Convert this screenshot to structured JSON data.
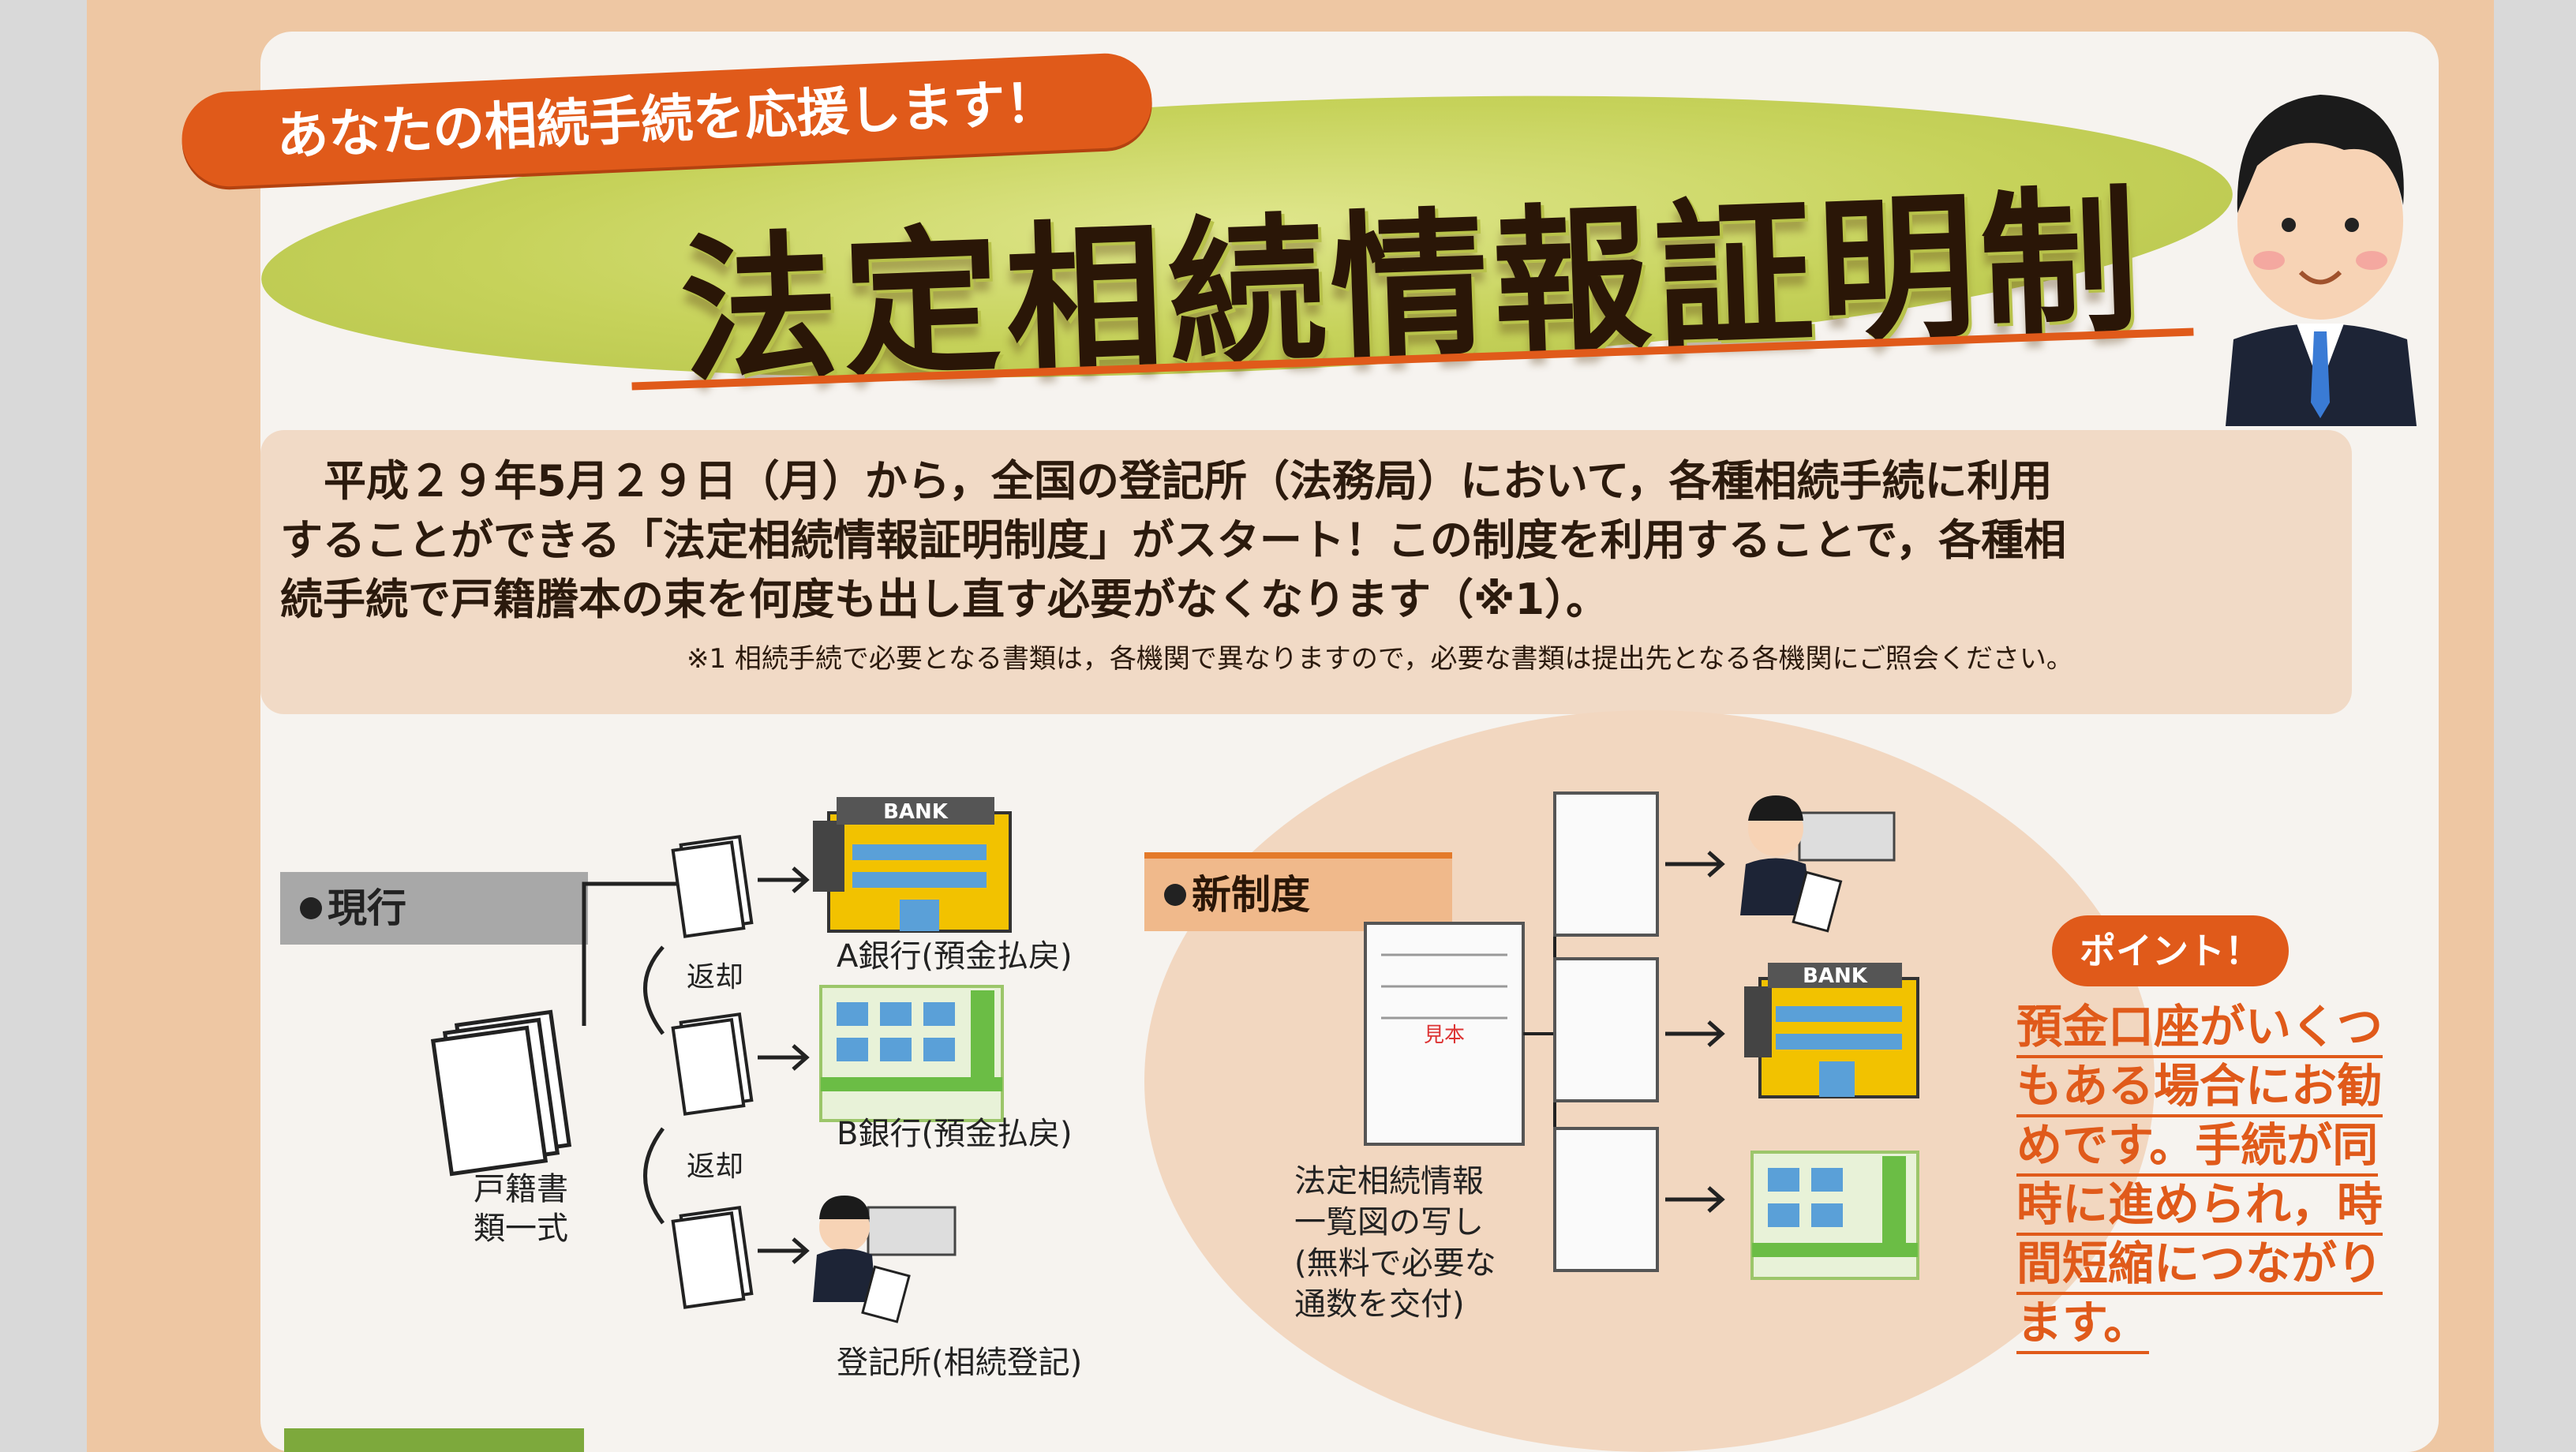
{
  "header": {
    "banner": "あなたの相続手続を応援します！",
    "title": "法定相続情報証明制度"
  },
  "intro": {
    "line1": "平成２９年5月２９日（月）から，全国の登記所（法務局）において，各種相続手続に利用",
    "line2": "することができる「法定相続情報証明制度」がスタート！この制度を利用することで，各種相",
    "line3": "続手続で戸籍謄本の束を何度も出し直す必要がなくなります（※1）。",
    "note": "※1 相続手続で必要となる書類は，各機関で異なりますので，必要な書類は提出先となる各機関にご照会ください。"
  },
  "current": {
    "tab_label": "現行",
    "documents_label_1": "戸籍書",
    "documents_label_2": "類一式",
    "return_label_1": "返却",
    "return_label_2": "返却",
    "bank_a": "A銀行(預金払戻)",
    "bank_b": "B銀行(預金払戻)",
    "registry": "登記所(相続登記)"
  },
  "new_system": {
    "tab_label": "新制度",
    "caption_1": "法定相続情報",
    "caption_2": "一覧図の写し",
    "caption_3": "(無料で必要な",
    "caption_4": "通数を交付)"
  },
  "icons": {
    "bank_sign": "BANK",
    "bank_side": "銀行",
    "registry_sign": "登記",
    "stamp": "見本"
  },
  "point": {
    "badge": "ポイント！",
    "lines": [
      "預金口座がいくつ",
      "もある場合にお勧",
      "めです。手続が同",
      "時に進められ，時",
      "間短縮につながり",
      "ます。"
    ]
  },
  "colors": {
    "accent": "#e05a1a",
    "title_ellipse": "#c6d25a",
    "poster_border": "#eec7a3"
  }
}
